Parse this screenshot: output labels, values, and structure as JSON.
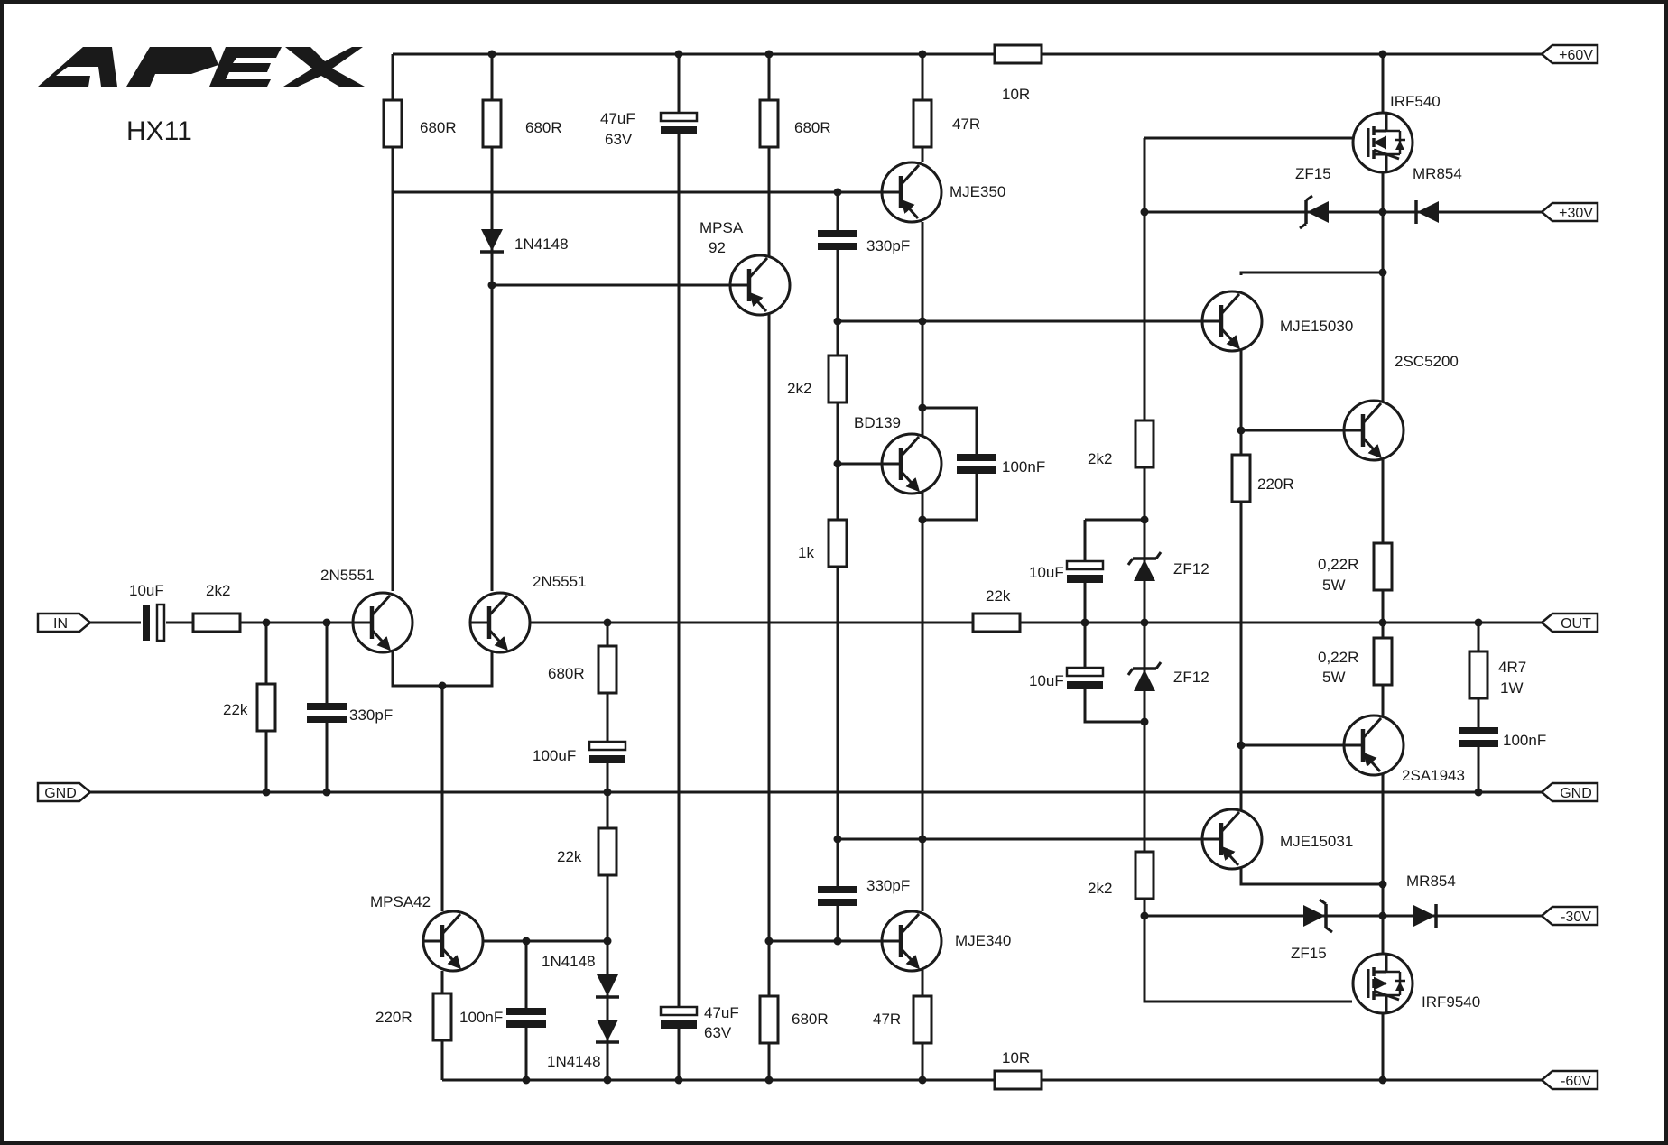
{
  "header": {
    "brand": "APEX",
    "model": "HX11"
  },
  "ports": {
    "p60": "+60V",
    "p30": "+30V",
    "out": "OUT",
    "gnd_r": "GND",
    "m30": "-30V",
    "m60": "-60V",
    "in": "IN",
    "gnd_l": "GND"
  },
  "labels": {
    "r680_1": "680R",
    "r680_2": "680R",
    "c47_top_a": "47uF",
    "c47_top_b": "63V",
    "r680_3": "680R",
    "r47_top": "47R",
    "r10_top": "10R",
    "irf540": "IRF540",
    "zf15_top": "ZF15",
    "mr854_top": "MR854",
    "mje350": "MJE350",
    "d1n4148_top": "1N4148",
    "mpsa92_a": "MPSA",
    "mpsa92_b": "92",
    "c330_top": "330pF",
    "mje15030": "MJE15030",
    "r2k2_vbe": "2k2",
    "bd139": "BD139",
    "c100n_vbe": "100nF",
    "r2k2_zf_top": "2k2",
    "r220_right": "220R",
    "sc5200": "2SC5200",
    "r1k": "1k",
    "c10u_in": "10uF",
    "r2k2_in": "2k2",
    "q2n5551_l": "2N5551",
    "q2n5551_r": "2N5551",
    "r22k_fb": "22k",
    "c10u_z1": "10uF",
    "zf12_a": "ZF12",
    "re_top_a": "0,22R",
    "re_top_b": "5W",
    "r22k_in": "22k",
    "c330_in": "330pF",
    "r680_fb": "680R",
    "c10u_z2": "10uF",
    "zf12_b": "ZF12",
    "re_bot_a": "0,22R",
    "re_bot_b": "5W",
    "r4r7_a": "4R7",
    "r4r7_b": "1W",
    "c100uf": "100uF",
    "c100n_out": "100nF",
    "sa1943": "2SA1943",
    "r22k_bot": "22k",
    "mje15031": "MJE15031",
    "mpsa42": "MPSA42",
    "c330_bot": "330pF",
    "r2k2_zf_bot": "2k2",
    "mr854_bot": "MR854",
    "mje340": "MJE340",
    "d1n4148_a": "1N4148",
    "zf15_bot": "ZF15",
    "irf9540": "IRF9540",
    "r220_left": "220R",
    "c100n_bot": "100nF",
    "c47_bot_a": "47uF",
    "c47_bot_b": "63V",
    "r680_bot": "680R",
    "r47_bot": "47R",
    "d1n4148_b": "1N4148",
    "r10_bot": "10R"
  }
}
